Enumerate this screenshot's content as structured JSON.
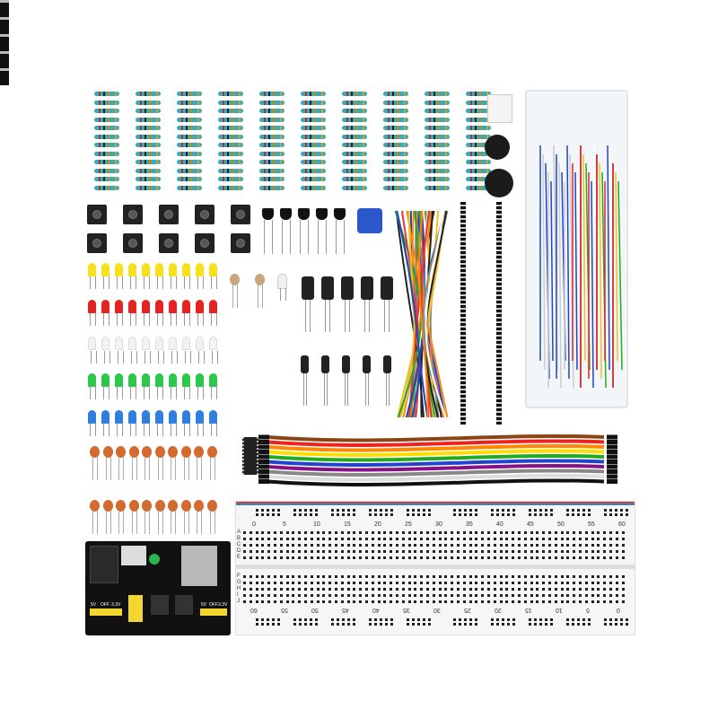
{
  "breadboard": {
    "top_numbers": [
      "0",
      "5",
      "10",
      "15",
      "20",
      "25",
      "30",
      "35",
      "40",
      "45",
      "50",
      "55",
      "60"
    ],
    "bottom_numbers": [
      "60",
      "55",
      "50",
      "45",
      "40",
      "35",
      "30",
      "25",
      "20",
      "15",
      "10",
      "5",
      "0"
    ],
    "rows_top_left": [
      "A",
      "B",
      "C",
      "D",
      "E"
    ],
    "rows_bottom_left": [
      "F",
      "G",
      "H",
      "I",
      "J"
    ],
    "rail_plus": "+",
    "rail_minus": "-"
  },
  "power_module": {
    "left_jumper": [
      "5V",
      "OFF",
      "3.3V"
    ],
    "right_jumper": [
      "5V",
      "OFF",
      "3.3V"
    ]
  },
  "colors": {
    "resistor": "#3aa9b8",
    "led_rows": [
      "#f5e21a",
      "#e52420",
      "#f2f2f2",
      "#2cc84a",
      "#2f7fe0"
    ],
    "ceramic_cap": "#d36a2f",
    "ribbon": [
      "#8b4513",
      "#e22",
      "#f80",
      "#fd0",
      "#2a2",
      "#24c",
      "#818",
      "#888",
      "#fff",
      "#111"
    ]
  }
}
